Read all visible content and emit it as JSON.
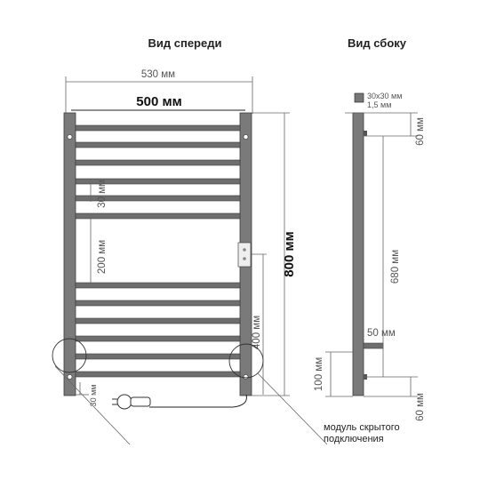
{
  "views": {
    "front_title": "Вид спереди",
    "side_title": "Вид сбоку"
  },
  "front": {
    "overall_width": "530 мм",
    "inner_width": "500 мм",
    "height": "800 мм",
    "bar_gap": "30 мм",
    "section_gap": "200 мм",
    "outlet_height": "400 мм",
    "bottom_offset": "30 мм",
    "bar_count": 12
  },
  "side": {
    "profile_size": "30x30 мм",
    "wall_thickness": "1,5 мм",
    "top_offset": "60 мм",
    "center_distance": "680 мм",
    "projection": "50 мм",
    "bottom_mount": "100 мм",
    "bottom_offset": "60 мм"
  },
  "callout": {
    "label_line1": "модуль скрытого",
    "label_line2": "подключения"
  },
  "colors": {
    "metal": "#6e6e6e",
    "line": "#666666",
    "text": "#3a3a3a"
  }
}
